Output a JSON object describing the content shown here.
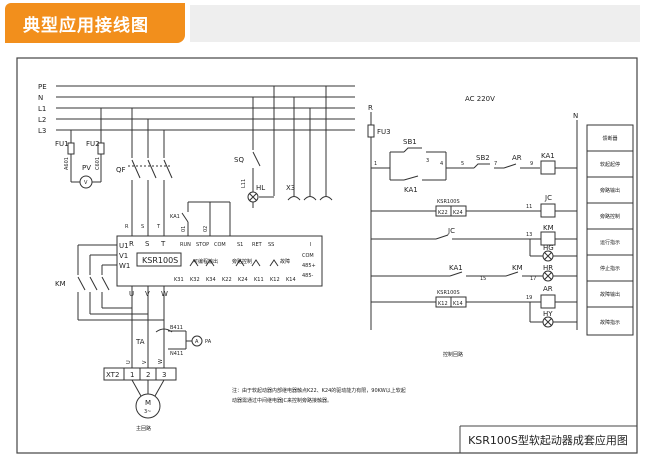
{
  "header": {
    "title": "典型应用接线图"
  },
  "bus": {
    "lines": [
      "PE",
      "N",
      "L1",
      "L2",
      "L3"
    ]
  },
  "left": {
    "fu1": "FU1",
    "fu2": "FU2",
    "a601": "A601",
    "c601": "C601",
    "pv": "PV",
    "pv_symbol": "V",
    "qf": "QF",
    "sq": "SQ",
    "l11": "L11",
    "hl": "HL",
    "x3": "X3",
    "ka1": "KA1",
    "km": "KM",
    "d1": "01",
    "d2": "02",
    "r": "R",
    "s": "S",
    "t": "T",
    "b411": "B411",
    "n411": "N411",
    "ta": "TA",
    "pa": "PA",
    "pa_symbol": "A",
    "xt2": "XT2",
    "term1": "1",
    "term2": "2",
    "term3": "3",
    "motor": "M",
    "motor_sub": "3~",
    "main_circuit": "主回路",
    "cable_u": "U",
    "cable_v": "V",
    "cable_w": "W"
  },
  "ksr": {
    "model": "KSR100S",
    "top_terminals": [
      "R",
      "S",
      "T",
      "RUN",
      "STOP",
      "COM",
      "S1",
      "RET",
      "SS"
    ],
    "left_terminals": [
      "U1",
      "V1",
      "W1"
    ],
    "bottom_terminals": [
      "U",
      "V",
      "W"
    ],
    "right_terminals": [
      "I",
      "COM",
      "485+",
      "485-"
    ],
    "relays": [
      "K31",
      "K32",
      "K34",
      "K22",
      "K24",
      "K11",
      "K12",
      "K14"
    ],
    "label_prog": "可编程输出",
    "label_bypass": "旁路控制",
    "label_fault": "故障"
  },
  "right": {
    "ac": "AC 220V",
    "r": "R",
    "n": "N",
    "fu3": "FU3",
    "sb1": "SB1",
    "sb2": "SB2",
    "ar": "AR",
    "ka1": "KA1",
    "n1": "1",
    "n3": "3",
    "n4": "4",
    "n5": "5",
    "n7": "7",
    "n9": "9",
    "ksr1": "KSR100S",
    "k22": "K22",
    "k24": "K24",
    "n11": "11",
    "jc": "JC",
    "jc_contact": "JC",
    "n13": "13",
    "km": "KM",
    "hg": "HG",
    "ka1_b": "KA1",
    "n15": "15",
    "km_b": "KM",
    "n17": "17",
    "hr": "HR",
    "ksr2": "KSR100S",
    "k12": "K12",
    "k14": "K14",
    "n19": "19",
    "ar_b": "AR",
    "hy": "HY",
    "control_circuit": "控制回路"
  },
  "sidebar": [
    "馈断器",
    "软起起停",
    "旁路输出",
    "旁路控制",
    "运行指示",
    "停止指示",
    "故障输出",
    "故障指示"
  ],
  "note": [
    "注：由于软起动器内部继电器触点K22、K24的驱动能力有限，90KW以上软起",
    "动器需通过中间继电器JC来控制旁路接触器。"
  ],
  "footer": "KSR100S型软起动器成套应用图"
}
